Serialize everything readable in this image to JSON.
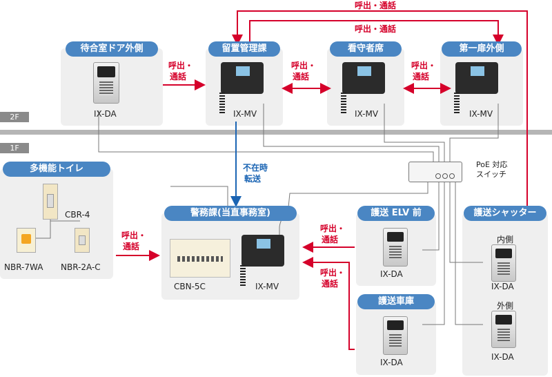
{
  "floors": {
    "f2": "2F",
    "f1": "1F"
  },
  "rooms": {
    "waiting": "待合室ドア外側",
    "detention": "留置管理課",
    "guard": "看守者席",
    "door1": "第一扉外側",
    "toilet": "多機能トイレ",
    "police": "警務課(当直事務室)",
    "elv": "護送 ELV 前",
    "garage": "護送車庫",
    "shutter": "護送シャッター"
  },
  "devices": {
    "ixda": "IX-DA",
    "ixmv": "IX-MV",
    "cbr4": "CBR-4",
    "nbr7wa": "NBR-7WA",
    "nbr2ac": "NBR-2A-C",
    "cbn5c": "CBN-5C",
    "inside": "内側",
    "outside": "外側"
  },
  "labels": {
    "call_talk": "呼出・通話",
    "call": "呼出・",
    "talk": "通話",
    "transfer_l1": "不在時",
    "transfer_l2": "転送",
    "poe_l1": "PoE 対応",
    "poe_l2": "スイッチ"
  },
  "colors": {
    "accent": "#4a86c3",
    "call": "#d5002a",
    "transfer": "#1a64b3"
  }
}
